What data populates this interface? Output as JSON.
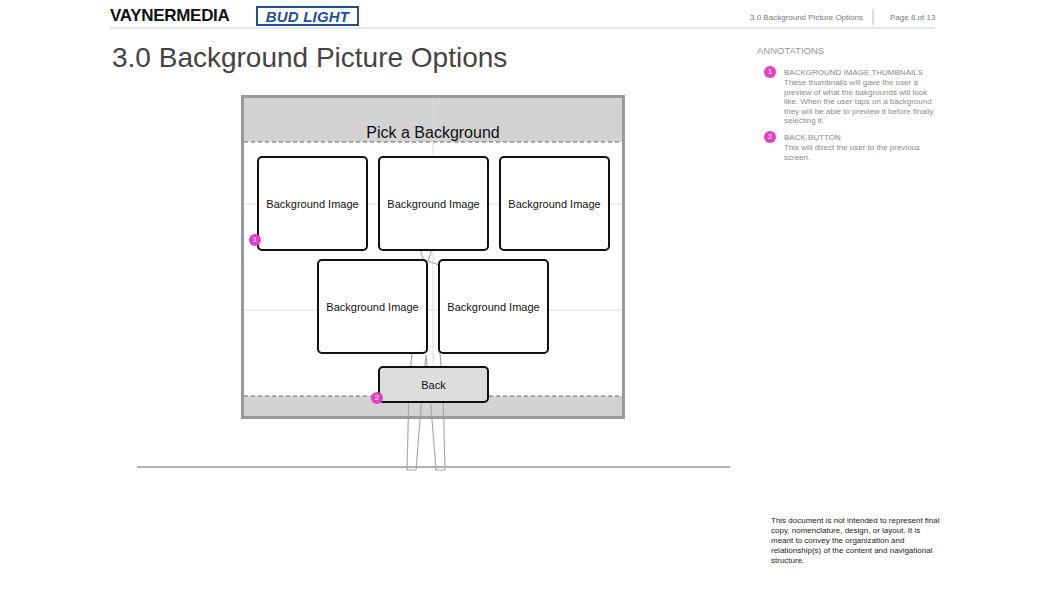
{
  "diagram": {
    "title": "3.0 Background Picture Options",
    "nodes": [
      {
        "text": [
          "BUD LIGHT"
        ]
      },
      {
        "text": [
          "Pick a Background"
        ]
      },
      {
        "text": [
          "Background Image"
        ],
        "in": 1
      },
      {
        "text": [
          "Background Image"
        ],
        "in": 1
      },
      {
        "text": [
          "Background Image"
        ],
        "in": 1
      },
      {
        "text": [
          "Background Image"
        ],
        "in": 1
      },
      {
        "text": [
          "Background Image"
        ],
        "in": 1
      },
      {
        "text": [
          "Back"
        ],
        "in": 1
      },
      {
        "text": [
          "1"
        ],
        "in": 1
      },
      {
        "text": [
          "2"
        ],
        "in": 1
      },
      {
        "text": [
          "1"
        ]
      },
      {
        "text": [
          "2"
        ]
      }
    ],
    "labels": [
      "VAYNERMEDIA",
      "3.0 Background Picture Options",
      "Page 8 of 13",
      "ANNOTATIONS",
      "BACKGROUND IMAGE THUMBNAILS",
      "These thumbnails will gave the user a preview of what the bakgrounds will look like. When the user taps on a background they will be able to preview it before finally selecting it.",
      "BACK BUTTON",
      "This will direct the user to the previous screen.",
      "This document is not intended to represent final copy, nomenclature, design, or layout. It is meant to convey the organization and relationship(s) of the content and navigational structure."
    ]
  }
}
